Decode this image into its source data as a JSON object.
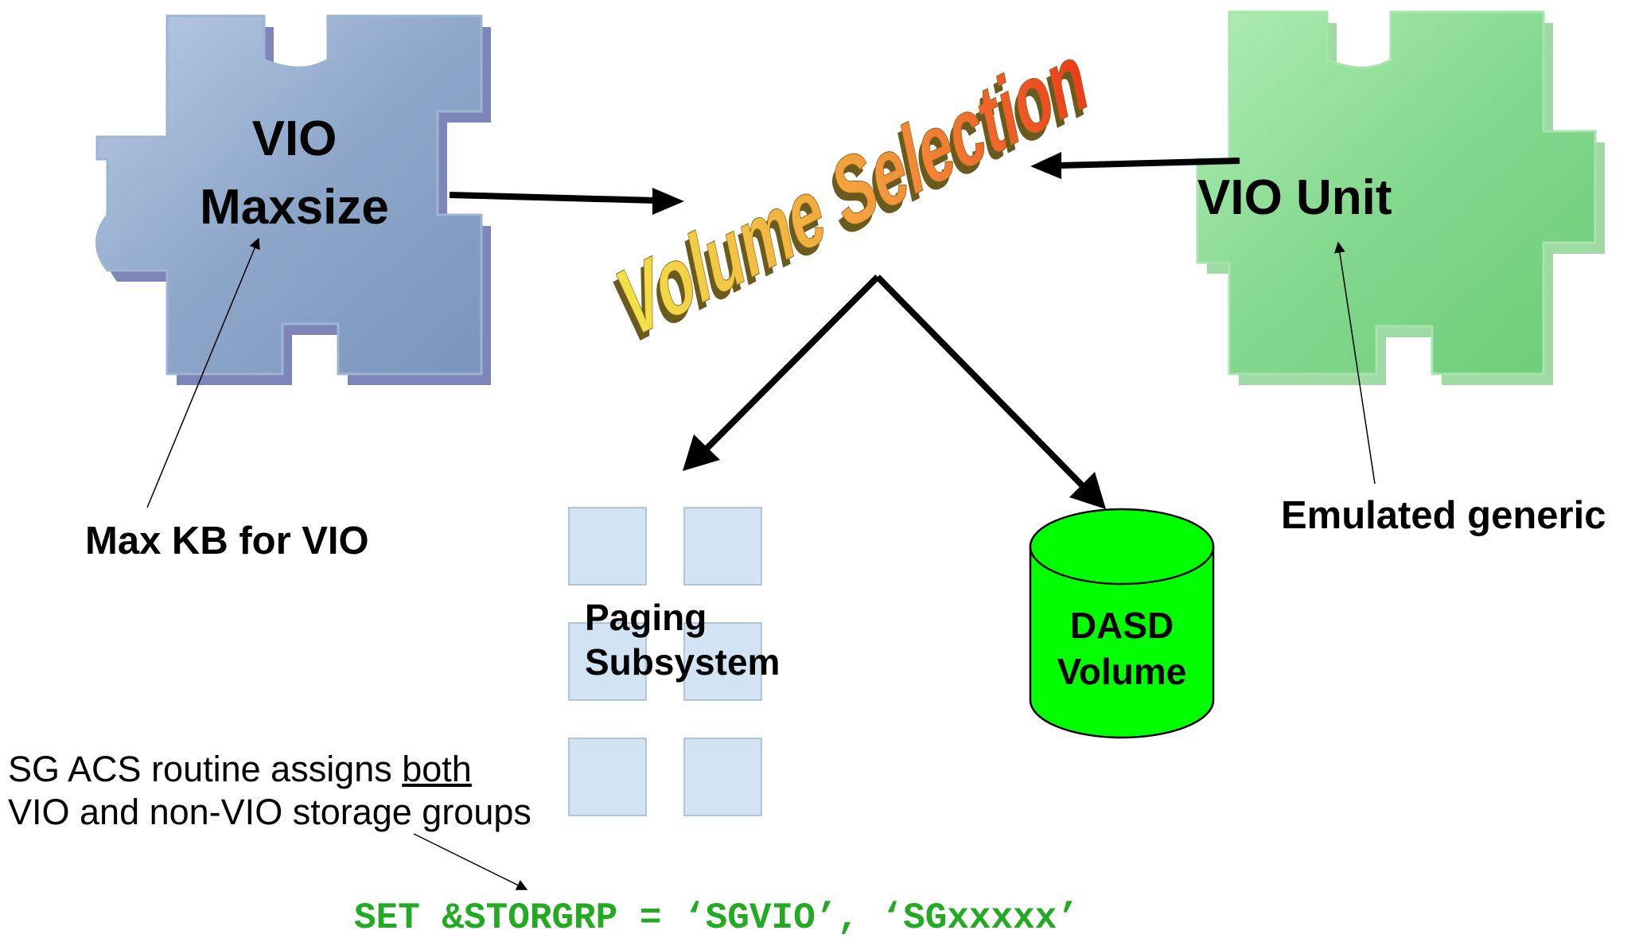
{
  "pieces": {
    "left": {
      "line1": "VIO",
      "line2": "Maxsize",
      "color": "#8ea7c9"
    },
    "right": {
      "text": "VIO Unit",
      "color": "#84d88e"
    }
  },
  "volume_selection": {
    "text": "Volume Selection",
    "color_start": "#f2e34a",
    "color_end": "#ee3a1c"
  },
  "callouts": {
    "maxsize_note": "Max KB for VIO",
    "unit_note": "Emulated generic"
  },
  "paging": {
    "line1": "Paging",
    "line2": "Subsystem",
    "tile_color": "#d2e4f3"
  },
  "dasd": {
    "line1": "DASD",
    "line2": "Volume",
    "color": "#00ff00"
  },
  "acs_note": {
    "line1_prefix": "SG ACS routine assigns ",
    "line1_underlined": "both",
    "line2": "VIO and non-VIO storage groups"
  },
  "code_line": {
    "text": "SET &STORGRP = ‘SGVIO’, ‘SGxxxxx’",
    "color": "#22aa22"
  }
}
